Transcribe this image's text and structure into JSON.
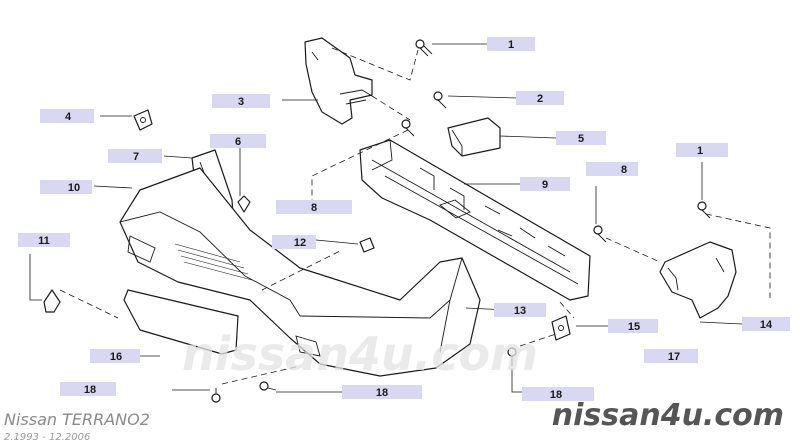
{
  "callouts": [
    {
      "id": "c-1-top",
      "label": "1"
    },
    {
      "id": "c-2",
      "label": "2"
    },
    {
      "id": "c-3",
      "label": "3"
    },
    {
      "id": "c-4",
      "label": "4"
    },
    {
      "id": "c-5",
      "label": "5"
    },
    {
      "id": "c-6",
      "label": "6"
    },
    {
      "id": "c-7",
      "label": "7"
    },
    {
      "id": "c-8-right",
      "label": "8"
    },
    {
      "id": "c-1-right",
      "label": "1"
    },
    {
      "id": "c-10",
      "label": "10"
    },
    {
      "id": "c-8-mid",
      "label": "8"
    },
    {
      "id": "c-9",
      "label": "9"
    },
    {
      "id": "c-11",
      "label": "11"
    },
    {
      "id": "c-12",
      "label": "12"
    },
    {
      "id": "c-13",
      "label": "13"
    },
    {
      "id": "c-15",
      "label": "15"
    },
    {
      "id": "c-14",
      "label": "14"
    },
    {
      "id": "c-16",
      "label": "16"
    },
    {
      "id": "c-17",
      "label": "17"
    },
    {
      "id": "c-18-left",
      "label": "18"
    },
    {
      "id": "c-18-mid",
      "label": "18"
    },
    {
      "id": "c-18-right",
      "label": "18"
    }
  ],
  "footer": {
    "model": "Nissan TERRANO2",
    "years": "2.1993 - 12.2006",
    "brand": "nissan4u.com"
  },
  "watermark": "nissan4u.com",
  "colors": {
    "callout_bg": "#d8d8f2",
    "line": "#1a1a1a",
    "brand_text": "#555555"
  }
}
